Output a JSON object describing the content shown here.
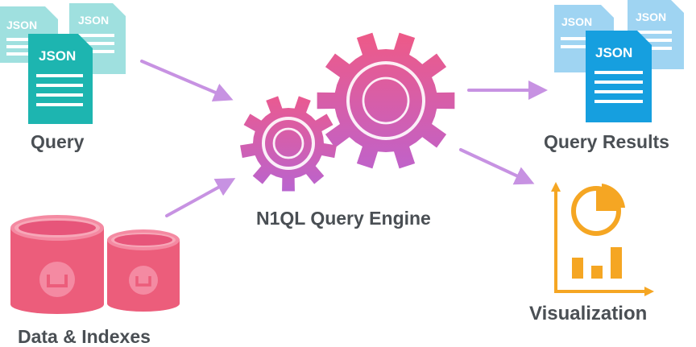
{
  "labels": {
    "query": "Query",
    "engine": "N1QL Query Engine",
    "results": "Query Results",
    "visualization": "Visualization",
    "data": "Data & Indexes"
  },
  "doc_text": "JSON",
  "colors": {
    "query_doc_front": "#1db5b0",
    "query_doc_back": "#9fe0df",
    "result_doc_front": "#169fdf",
    "result_doc_back": "#9fd4f2",
    "arrow": "#c792e2",
    "gear_top": "#ee5a87",
    "gear_bottom": "#c062c9",
    "database_top": "#f48aa2",
    "database_body": "#ec5d7b",
    "chart": "#f5a623",
    "label_text": "#4a4f54"
  },
  "icons": {
    "query_docs": "json-document-icon",
    "result_docs": "json-document-icon",
    "engine": "gear-icon",
    "data": "database-icon",
    "visualization": "chart-icon"
  }
}
